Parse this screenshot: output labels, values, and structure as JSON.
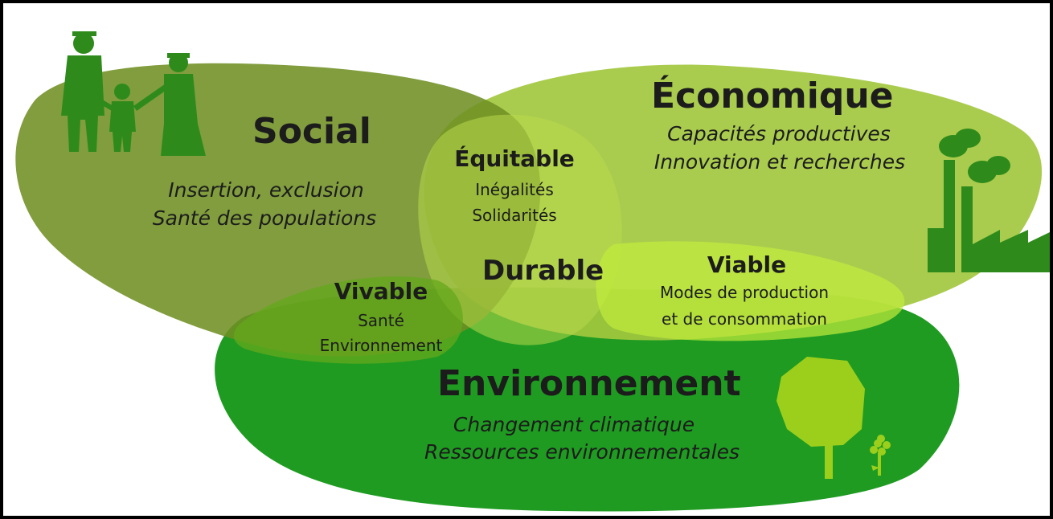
{
  "social": {
    "title": "Social",
    "line1": "Insertion, exclusion",
    "line2": "Santé des populations"
  },
  "economique": {
    "title": "Économique",
    "line1": "Capacités productives",
    "line2": "Innovation et recherches"
  },
  "environnement": {
    "title": "Environnement",
    "line1": "Changement climatique",
    "line2": "Ressources environnementales"
  },
  "equitable": {
    "title": "Équitable",
    "line1": "Inégalités",
    "line2": "Solidarités"
  },
  "vivable": {
    "title": "Vivable",
    "line1": "Santé",
    "line2": "Environnement"
  },
  "viable": {
    "title": "Viable",
    "line1": "Modes de production",
    "line2": "et de consommation"
  },
  "durable": {
    "title": "Durable"
  },
  "colors": {
    "social": "#6f8f1e",
    "economique": "#9ec83a",
    "environnement": "#1e9a1e",
    "silhouettes": "#2f8f1a",
    "tree": "#9ccf1c"
  },
  "icons": [
    "family-silhouette-icon",
    "factory-icon",
    "tree-icon",
    "flower-icon"
  ]
}
